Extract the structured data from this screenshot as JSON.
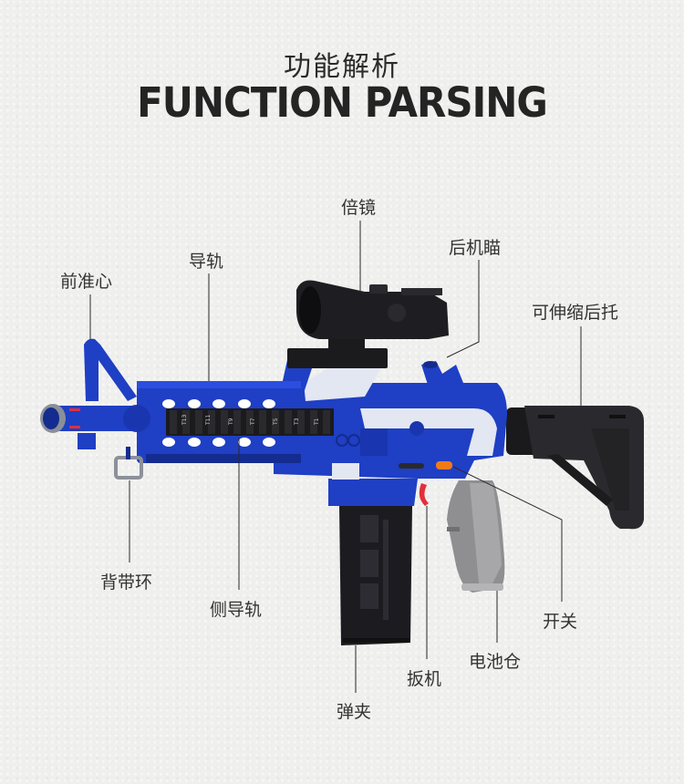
{
  "header": {
    "title_cn": "功能解析",
    "title_en": "FUNCTION PARSING"
  },
  "callouts": [
    {
      "id": "front-sight",
      "label": "前准心"
    },
    {
      "id": "top-rail",
      "label": "导轨"
    },
    {
      "id": "scope",
      "label": "倍镜"
    },
    {
      "id": "rear-sight",
      "label": "后机瞄"
    },
    {
      "id": "retractable-stock",
      "label": "可伸缩后托"
    },
    {
      "id": "sling-ring",
      "label": "背带环"
    },
    {
      "id": "side-rail",
      "label": "侧导轨"
    },
    {
      "id": "magazine",
      "label": "弹夹"
    },
    {
      "id": "trigger",
      "label": "扳机"
    },
    {
      "id": "battery-compartment",
      "label": "电池仓"
    },
    {
      "id": "switch",
      "label": "开关"
    }
  ],
  "product": {
    "rail_markings": [
      "T13",
      "T11",
      "T9",
      "T7",
      "T5",
      "T3",
      "T1"
    ],
    "colors": {
      "body_blue": "#1f3fc4",
      "dark_blue": "#142c8f",
      "black_parts": "#1e1e22",
      "grip_gray": "#8e8e8e",
      "accent_orange": "#f07a1a",
      "accent_red": "#e0303a",
      "splatter_white": "#e6eaf4"
    }
  }
}
